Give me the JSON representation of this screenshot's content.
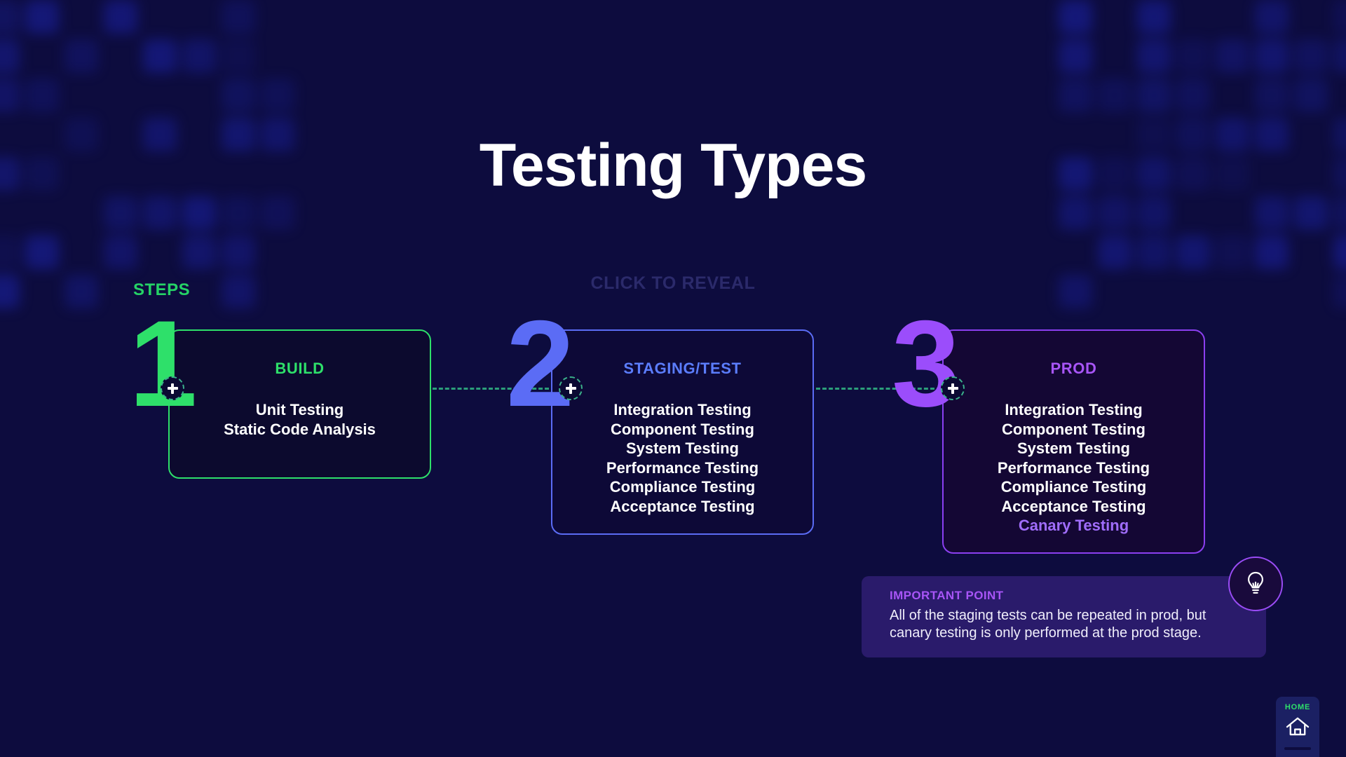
{
  "page": {
    "title": "Testing Types",
    "steps_label": "STEPS",
    "click_to_reveal": "CLICK TO REVEAL",
    "background": "#0d0c3e"
  },
  "colors": {
    "green": "#2ee06a",
    "blue": "#5b6cf5",
    "purple": "#9b4dfb",
    "card_purple_accent": "#a06dfb",
    "connector": "#2b9e7a",
    "important_bg": "#2a1b6b",
    "reveal_text": "#2b2a6b"
  },
  "stages": [
    {
      "number": "1",
      "title": "BUILD",
      "color": "#2ee06a",
      "items": [
        {
          "text": "Unit Testing",
          "accent": false
        },
        {
          "text": "Static Code Analysis",
          "accent": false
        }
      ],
      "expand_icon": "plus-icon"
    },
    {
      "number": "2",
      "title": "STAGING/TEST",
      "color": "#5b7dfc",
      "items": [
        {
          "text": "Integration Testing",
          "accent": false
        },
        {
          "text": "Component Testing",
          "accent": false
        },
        {
          "text": "System Testing",
          "accent": false
        },
        {
          "text": "Performance Testing",
          "accent": false
        },
        {
          "text": "Compliance Testing",
          "accent": false
        },
        {
          "text": "Acceptance Testing",
          "accent": false
        }
      ],
      "expand_icon": "plus-icon"
    },
    {
      "number": "3",
      "title": "PROD",
      "color": "#a855f7",
      "items": [
        {
          "text": "Integration Testing",
          "accent": false
        },
        {
          "text": "Component Testing",
          "accent": false
        },
        {
          "text": "System Testing",
          "accent": false
        },
        {
          "text": "Performance Testing",
          "accent": false
        },
        {
          "text": "Compliance Testing",
          "accent": false
        },
        {
          "text": "Acceptance Testing",
          "accent": false
        },
        {
          "text": "Canary Testing",
          "accent": true
        }
      ],
      "expand_icon": "plus-icon"
    }
  ],
  "important_point": {
    "label": "IMPORTANT POINT",
    "body": "All of the staging tests can be repeated in prod, but canary testing is only performed at the prod stage."
  },
  "hint_button": {
    "icon": "lightbulb-icon"
  },
  "home_button": {
    "label": "HOME",
    "icon": "house-icon"
  }
}
